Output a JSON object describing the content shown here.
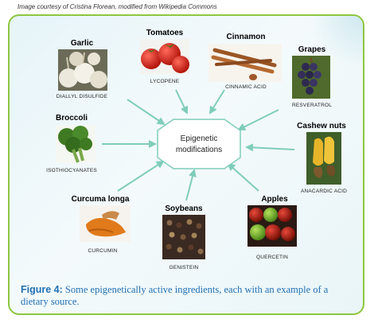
{
  "credit": "Image courtesy of Cristina Florean, modified from Wikipedia Commons",
  "center": {
    "line1": "Epigenetic",
    "line2": "modifications"
  },
  "items": [
    {
      "name": "Garlic",
      "compound": "DIALLYL DISULFIDE",
      "icon": "garlic-photo"
    },
    {
      "name": "Tomatoes",
      "compound": "LYCOPENE",
      "icon": "tomatoes-photo"
    },
    {
      "name": "Cinnamon",
      "compound": "CINNAMIC ACID",
      "icon": "cinnamon-photo"
    },
    {
      "name": "Grapes",
      "compound": "RESVERATROL",
      "icon": "grapes-photo"
    },
    {
      "name": "Broccoli",
      "compound": "ISOTHIOCYANATES",
      "icon": "broccoli-photo"
    },
    {
      "name": "Cashew nuts",
      "compound": "ANACARDIC ACID",
      "icon": "cashew-photo"
    },
    {
      "name": "Curcuma longa",
      "compound": "CURCUMIN",
      "icon": "curcuma-photo"
    },
    {
      "name": "Soybeans",
      "compound": "GENISTEIN",
      "icon": "soybeans-photo"
    },
    {
      "name": "Apples",
      "compound": "QUERCETIN",
      "icon": "apples-photo"
    }
  ],
  "caption": {
    "label": "Figure 4:",
    "text": " Some epigenetically active ingredients, each with an example of a dietary source."
  },
  "colors": {
    "border": "#8dc63f",
    "arrow": "#7fcdbb",
    "caption": "#1f6fb3",
    "octagon": "#7fcdbb"
  }
}
